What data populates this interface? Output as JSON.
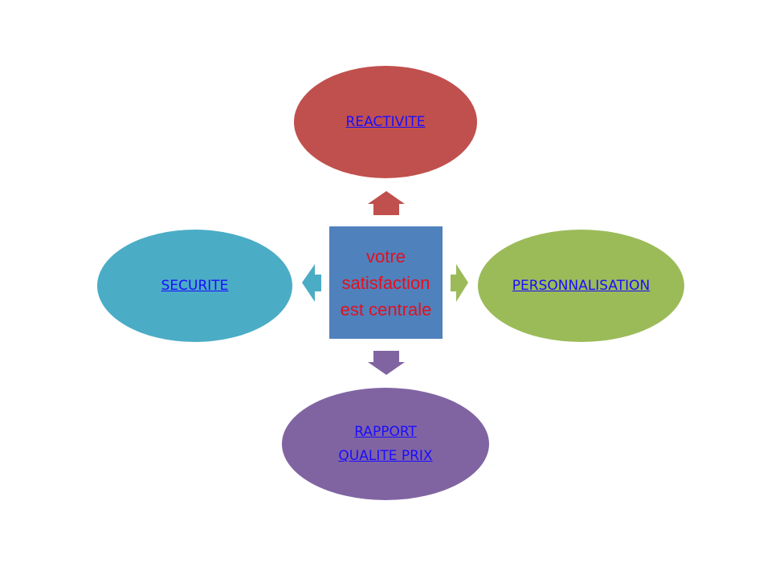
{
  "diagram": {
    "center": {
      "lines": [
        "votre",
        "satisfaction",
        "est centrale"
      ],
      "fill": "#4f81bd",
      "text_color": "#e3101e"
    },
    "nodes": {
      "top": {
        "lines": [
          "REACTIVITE"
        ],
        "fill": "#c0504d"
      },
      "left": {
        "lines": [
          "SECURITE"
        ],
        "fill": "#4bacc6"
      },
      "right": {
        "lines": [
          "PERSONNALISATION"
        ],
        "fill": "#9bbb59"
      },
      "bottom": {
        "lines": [
          "RAPPORT",
          "QUALITE PRIX"
        ],
        "fill": "#8064a2"
      }
    },
    "link_color": "#1a0dff"
  }
}
